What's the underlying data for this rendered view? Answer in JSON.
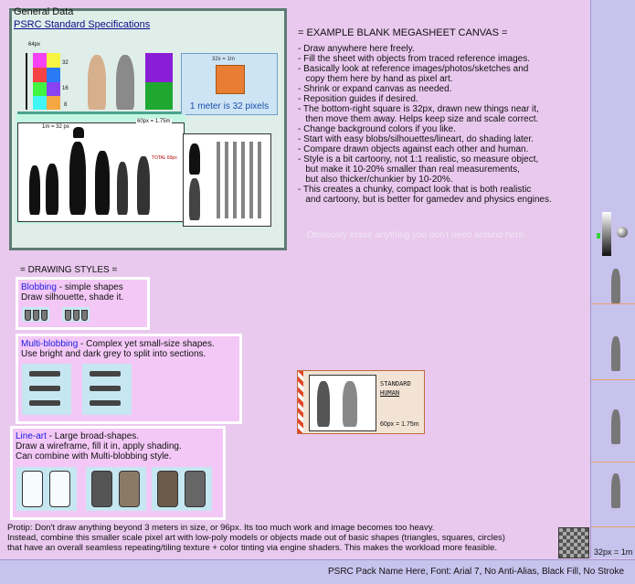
{
  "general": {
    "title": "General Data",
    "spec_link": "PSRC Standard Specifications",
    "scale_box_label": "32x = 1m",
    "meter_text": "1 meter is 32 pixels",
    "height_label": "64px",
    "size_1m_label": "1m = 32 px",
    "size_60_label": "60px = 1.75m",
    "total_label": "TOTAL 60px",
    "tick_32": "32",
    "tick_16": "16",
    "tick_8": "8"
  },
  "megasheet": {
    "title": "= EXAMPLE BLANK MEGASHEET CANVAS =",
    "items": [
      "- Draw anywhere here freely.",
      "- Fill the sheet with objects from traced reference images.",
      "- Basically look at reference images/photos/sketches and",
      "   copy them here by hand as pixel art.",
      "- Shrink or expand canvas as needed.",
      "- Reposition guides if desired.",
      "- The bottom-right square is 32px, drawn new things near it,",
      "   then move them away. Helps keep size and scale correct.",
      "- Change background colors if you like.",
      "- Start with easy blobs/silhouettes/lineart, do shading later.",
      "- Compare drawn objects against each other and human.",
      "- Style is a bit cartoony, not 1:1 realistic, so measure object,",
      "   but make it 10-20% smaller than real measurements,",
      "   but also thicker/chunkier by 10-20%.",
      "- This creates a chunky, compact look that is both realistic",
      "   and cartoony, but is better for gamedev and physics engines."
    ],
    "erase_note": "Obviously erase anything you don't need around here."
  },
  "styles": {
    "title": "= DRAWING STYLES =",
    "blobbing": {
      "name": "Blobbing",
      "rest": " - simple shapes",
      "line2": "Draw silhouette, shade it."
    },
    "multi": {
      "name": "Multi-blobbing",
      "rest": " - Complex yet small-size shapes.",
      "line2": "Use bright and dark grey to split into sections."
    },
    "lineart": {
      "name": "Line-art",
      "rest": " - Large broad-shapes.",
      "line2": "Draw a wireframe, fill it in, apply shading.",
      "line3": "Can combine with Multi-blobbing style."
    }
  },
  "standard_human": {
    "label1": "STANDARD",
    "label2": "HUMAN",
    "size": "60px = 1.75m"
  },
  "protip": [
    "Protip: Don't draw anything beyond 3 meters in size, or 96px. Its too much work and image becomes too heavy.",
    "Instead, combine this smaller scale pixel art with low-poly models or objects made out of basic shapes (triangles, squares, circles)",
    "that have an overall seamless repeating/tiling texture + color tinting via engine shaders. This makes the workload more feasible."
  ],
  "scale_side": "32px = 1m",
  "footer": "PSRC Pack Name Here, Font: Arial 7, No Anti-Alias, Black Fill, No Stroke",
  "colors": {
    "background": "#e9c9ee",
    "panel_border": "#5e7b74",
    "orange_square": "#e97d33",
    "link_blue": "#1a1ae6",
    "strip": "#c8c3ed"
  }
}
